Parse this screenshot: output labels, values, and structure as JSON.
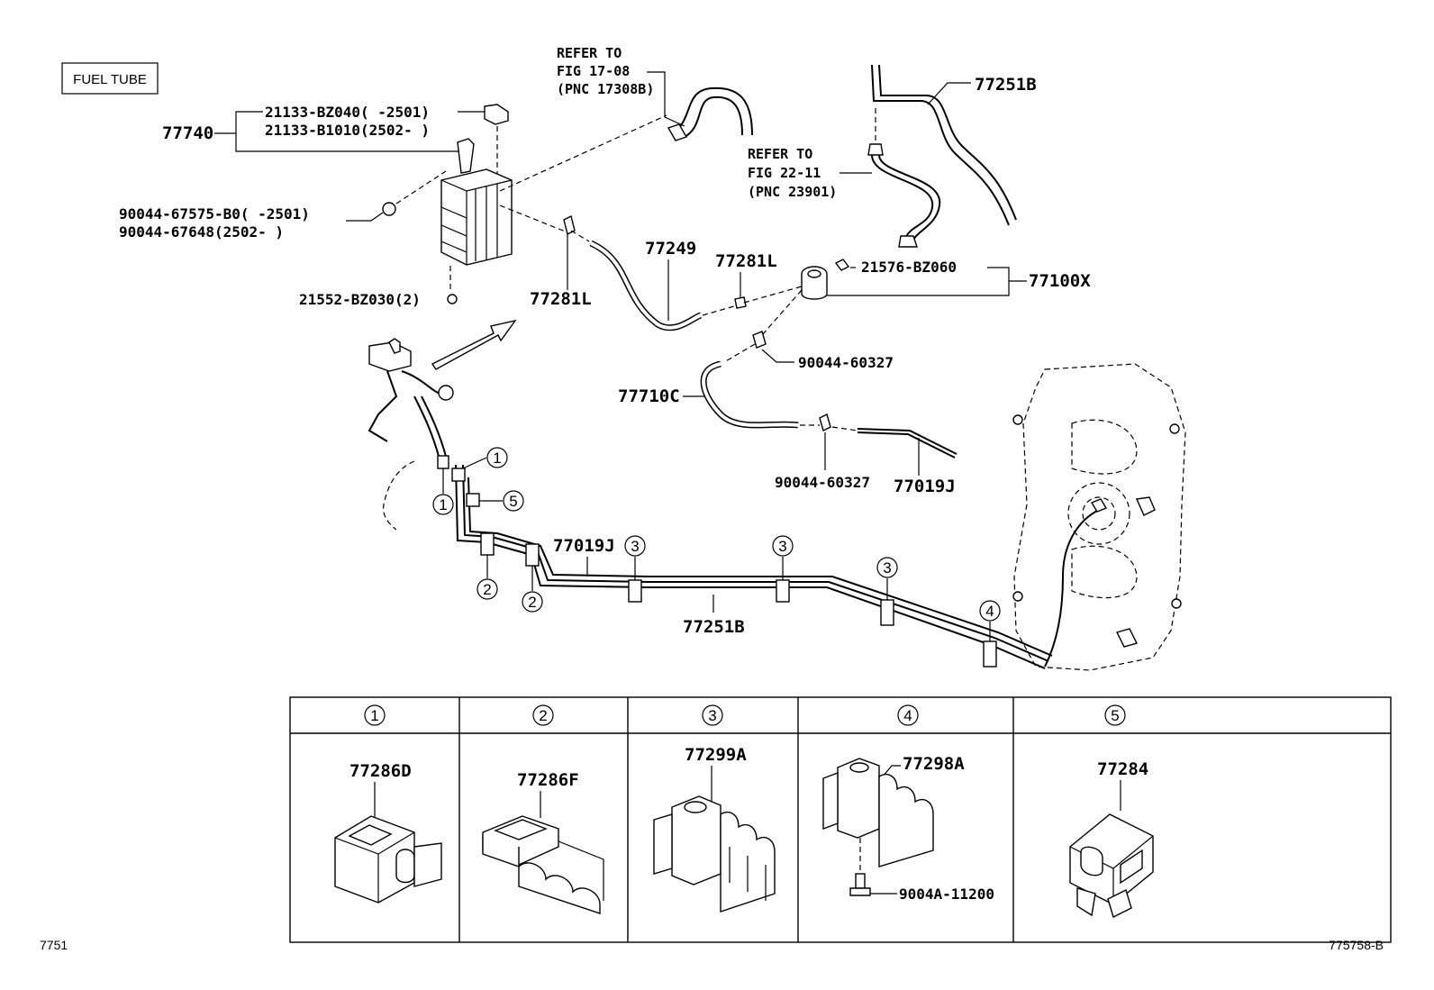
{
  "title_box": "FUEL TUBE",
  "footer": {
    "left": "7751",
    "right": "775758-B"
  },
  "refs": [
    {
      "id": "ref-17-08",
      "lines": [
        "REFER TO",
        "FIG 17-08",
        "(PNC 17308B)"
      ]
    },
    {
      "id": "ref-22-11",
      "lines": [
        "REFER TO",
        "FIG 22-11",
        "(PNC 23901)"
      ]
    }
  ],
  "labels": {
    "p77740": "77740",
    "p21133_a": "21133-BZ040(    -2501)",
    "p21133_b": "21133-B1010(2502-    )",
    "p90044_a": "90044-67575-B0(    -2501)",
    "p90044_b": "90044-67648(2502-    )",
    "p21552": "21552-BZ030(2)",
    "p77281L_a": "77281L",
    "p77249": "77249",
    "p77281L_b": "77281L",
    "p21576": "21576-BZ060",
    "p77100X": "77100X",
    "p90044_60327_a": "90044-60327",
    "p77710C": "77710C",
    "p90044_60327_b": "90044-60327",
    "p77019J_a": "77019J",
    "p77019J_b": "77019J",
    "p77251B_a": "77251B",
    "p77251B_b": "77251B"
  },
  "clamp_callouts": [
    "1",
    "1",
    "5",
    "2",
    "2",
    "3",
    "3",
    "3",
    "4"
  ],
  "table": {
    "headers": [
      "1",
      "2",
      "3",
      "4",
      "5"
    ],
    "parts": [
      "77286D",
      "77286F",
      "77299A",
      "77298A",
      "77284"
    ],
    "extra": "9004A-11200"
  }
}
